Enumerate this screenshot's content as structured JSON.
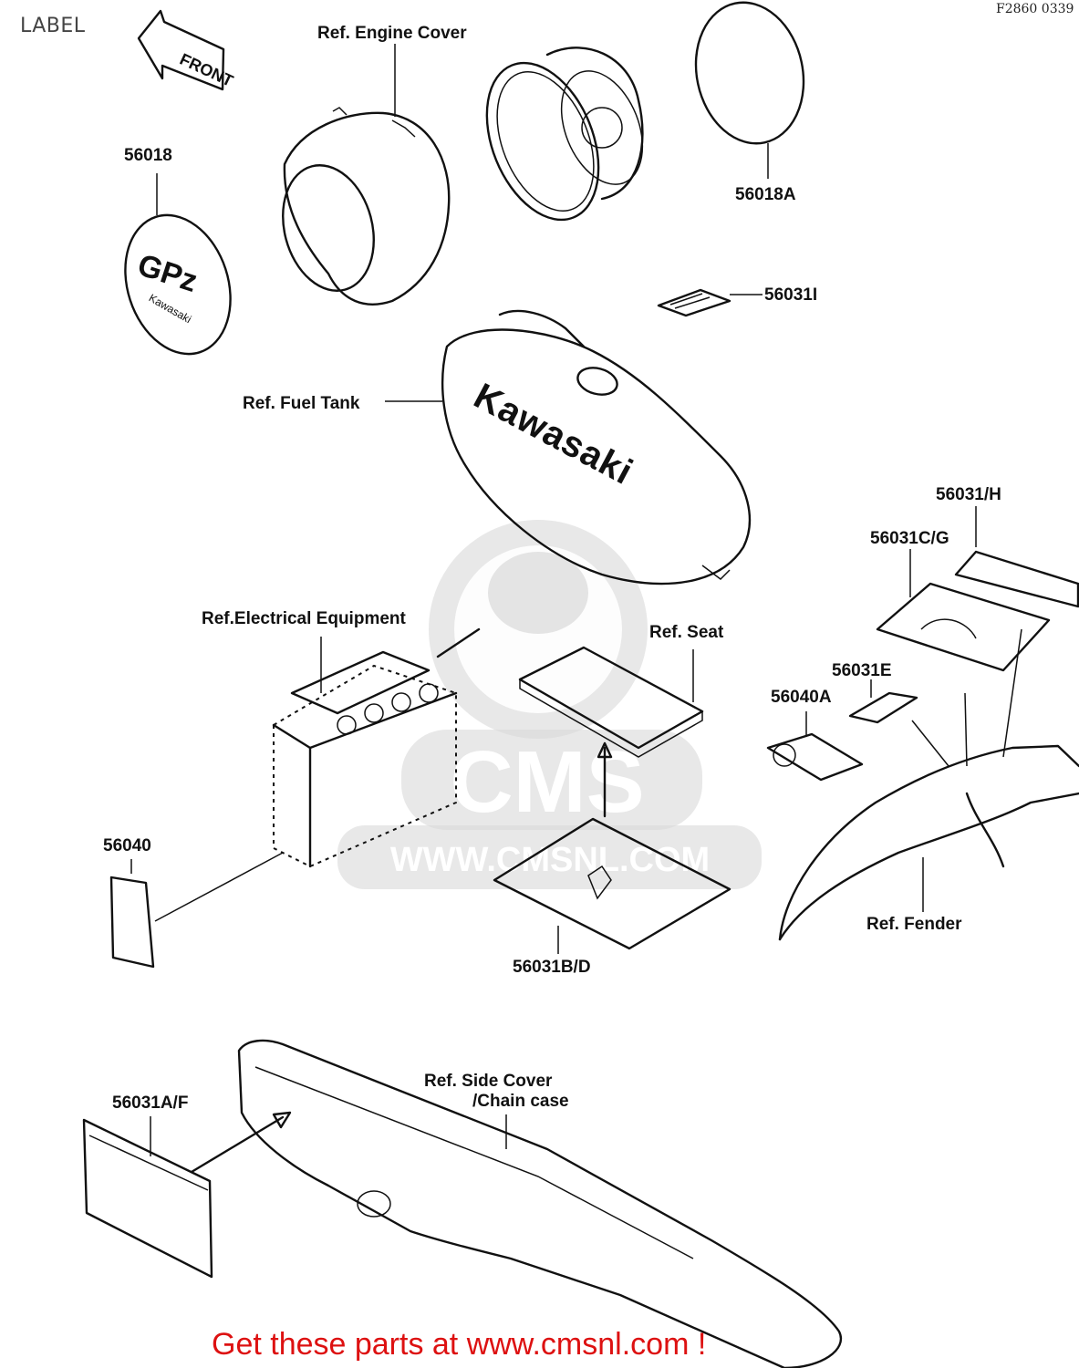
{
  "page": {
    "title": "LABEL",
    "figure_code": "F2860 0339"
  },
  "watermark": {
    "brand": "CMS",
    "url": "WWW.CMSNL.COM"
  },
  "labels": {
    "front": "FRONT",
    "ref_engine_cover": "Ref. Engine Cover",
    "p56018": "56018",
    "p56018a": "56018A",
    "p56031i": "56031I",
    "ref_fuel_tank": "Ref. Fuel Tank",
    "p56031h": "56031/H",
    "p56031cg": "56031C/G",
    "ref_electrical": "Ref.Electrical Equipment",
    "ref_seat": "Ref. Seat",
    "p56031e": "56031E",
    "p56040a": "56040A",
    "p56040": "56040",
    "p56031bd": "56031B/D",
    "ref_fender": "Ref. Fender",
    "ref_side_cover_1": "Ref. Side Cover",
    "ref_side_cover_2": "/Chain case",
    "p56031af": "56031A/F"
  },
  "emblem": {
    "line1": "GPz",
    "line2": "Kawasaki"
  },
  "tank_brand": "Kawasaki",
  "footer": {
    "text": "Get these parts at www.cmsnl.com !"
  },
  "colors": {
    "link": "#dd1111",
    "watermark": "#d8d8d8",
    "line": "#111111"
  }
}
